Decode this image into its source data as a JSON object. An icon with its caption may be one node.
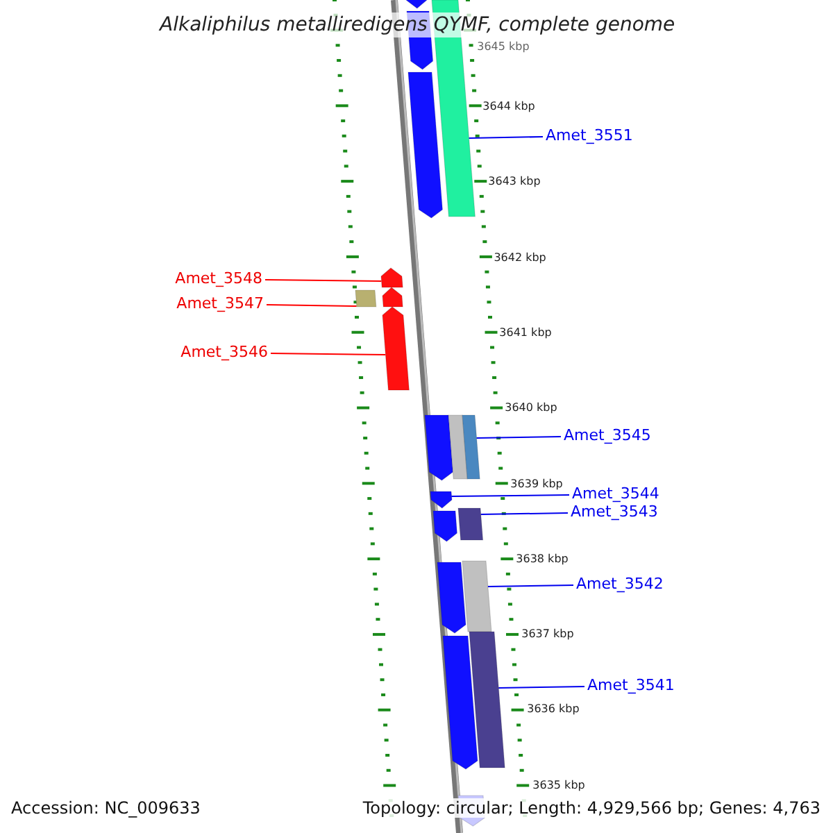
{
  "diagram": {
    "title": "Alkaliphilus metalliredigens QYMF, complete genome",
    "nodes": [
      {
        "text": [
          "Amet_3551"
        ]
      },
      {
        "text": [
          "Amet_3548"
        ]
      },
      {
        "text": [
          "Amet_3547"
        ]
      },
      {
        "text": [
          "Amet_3546"
        ]
      },
      {
        "text": [
          "Amet_3545"
        ]
      },
      {
        "text": [
          "Amet_3544"
        ]
      },
      {
        "text": [
          "Amet_3543"
        ]
      },
      {
        "text": [
          "Amet_3542"
        ]
      },
      {
        "text": [
          "Amet_3541"
        ]
      },
      {
        "text": [],
        "shape": "pentagon"
      },
      {
        "text": [],
        "shape": "pentagon"
      },
      {
        "text": [],
        "shape": "pentagon"
      },
      {
        "text": [],
        "shape": "bar"
      },
      {
        "text": [],
        "shape": "pentagon"
      },
      {
        "text": [],
        "shape": "pentagon"
      },
      {
        "text": [],
        "shape": "bar"
      },
      {
        "text": [],
        "shape": "pentagon"
      },
      {
        "text": [],
        "shape": "pentagon"
      },
      {
        "text": [],
        "shape": "bar"
      },
      {
        "text": [],
        "shape": "bar"
      },
      {
        "text": [],
        "shape": "pentagon"
      },
      {
        "text": [],
        "shape": "pentagon"
      },
      {
        "text": [],
        "shape": "bar"
      },
      {
        "text": [],
        "shape": "pentagon"
      },
      {
        "text": [],
        "shape": "bar"
      },
      {
        "text": [],
        "shape": "pentagon"
      },
      {
        "text": [],
        "shape": "bar"
      },
      {
        "text": [],
        "shape": "pentagon"
      }
    ],
    "edges": [
      {
        "from": 0,
        "to": 12,
        "arrow": "none"
      },
      {
        "from": 1,
        "to": 13,
        "arrow": "none",
        "color": "#ff0000"
      },
      {
        "from": 2,
        "to": 15,
        "arrow": "none",
        "color": "#ff0000"
      },
      {
        "from": 3,
        "to": 16,
        "arrow": "none",
        "color": "#ff0000"
      },
      {
        "from": 4,
        "to": 19,
        "arrow": "none"
      },
      {
        "from": 5,
        "to": 20,
        "arrow": "none"
      },
      {
        "from": 6,
        "to": 22,
        "arrow": "none"
      },
      {
        "from": 7,
        "to": 24,
        "arrow": "none"
      },
      {
        "from": 8,
        "to": 26,
        "arrow": "none"
      }
    ],
    "labels": [
      "3645 kbp",
      "3644 kbp",
      "3643 kbp",
      "3642 kbp",
      "3641 kbp",
      "3640 kbp",
      "3639 kbp",
      "3638 kbp",
      "3637 kbp",
      "3636 kbp",
      "3635 kbp",
      "Accession: NC_009633",
      "Topology: circular; Length: 4,929,566 bp; Genes: 4,763"
    ]
  }
}
